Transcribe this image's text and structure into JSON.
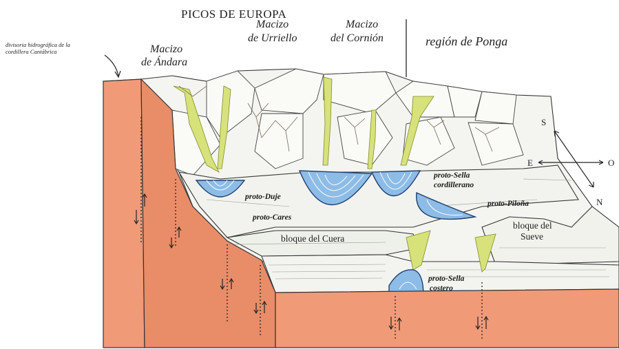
{
  "title": "PICOS DE EUROPA",
  "labels": {
    "divide": [
      "divisoria hidrográfica de la",
      "cordillera Cantábrica"
    ],
    "andara": [
      "Macizo",
      "de Ándara"
    ],
    "urriello": [
      "Macizo",
      "de Urriello"
    ],
    "cornion": [
      "Macizo",
      "del Cornión"
    ],
    "ponga": "región de Ponga"
  },
  "rivers": {
    "duje": "proto-Duje",
    "cares": "proto-Cares",
    "sella_cordillerano": [
      "proto-Sella",
      "cordillerano"
    ],
    "pilona": "proto-Piloña",
    "sella_costero": [
      "proto-Sella",
      "costero"
    ]
  },
  "blocks": {
    "cuera": "bloque del Cuera",
    "sueve": [
      "bloque del",
      "Sueve"
    ]
  },
  "compass": {
    "north": "N",
    "south": "S",
    "east": "E",
    "west": "O"
  },
  "colors": {
    "crust": "#f09a78",
    "lake": "#8dbce6",
    "valley": "#d7e27a"
  }
}
